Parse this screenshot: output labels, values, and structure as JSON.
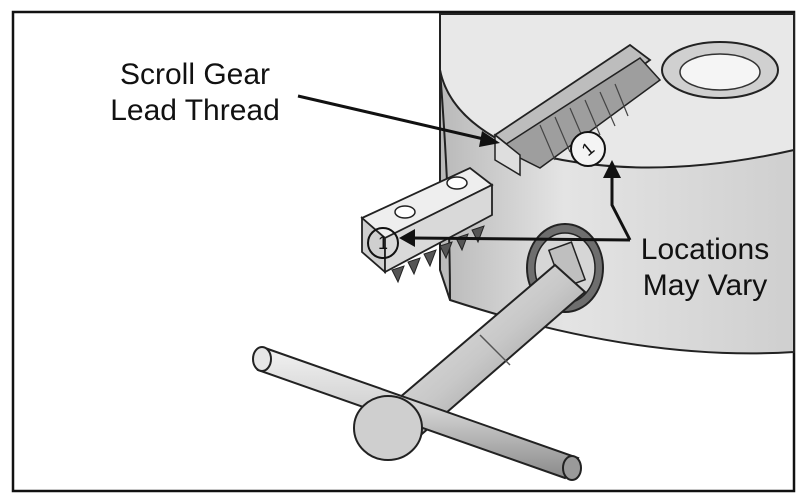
{
  "labels": {
    "scroll_gear_line1": "Scroll Gear",
    "scroll_gear_line2": "Lead Thread",
    "locations_line1": "Locations",
    "locations_line2": "May Vary",
    "jaw_marker": "1",
    "chuck_marker": "1"
  },
  "colors": {
    "frame": "#111111",
    "metal_light": "#e6e6e6",
    "metal_mid": "#c4c4c4",
    "metal_dark": "#8f8f8f",
    "text": "#111111"
  }
}
